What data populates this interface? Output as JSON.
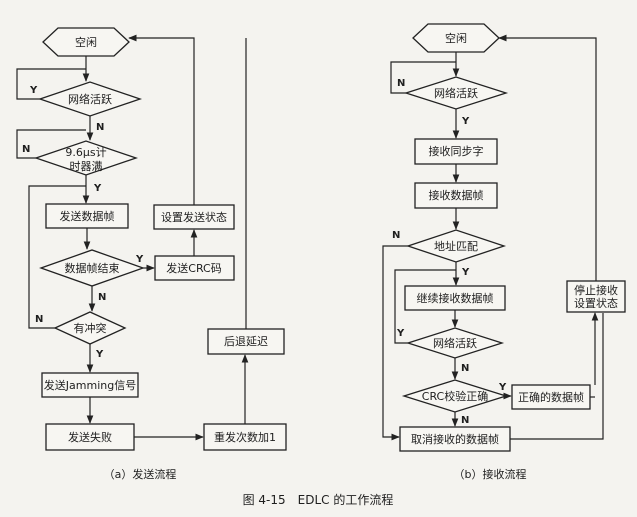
{
  "send": {
    "idle": "空闲",
    "net_active": "网络活跃",
    "timer_line1": "9.6μs计",
    "timer_line2": "时器满",
    "send_frame": "发送数据帧",
    "frame_end": "数据帧结束",
    "send_crc": "发送CRC码",
    "set_send_state": "设置发送状态",
    "collision": "有冲突",
    "send_jamming": "发送Jamming信号",
    "send_fail": "发送失败",
    "retry_add": "重发次数加1",
    "backoff": "后退延迟"
  },
  "recv": {
    "idle": "空闲",
    "net_active": "网络活跃",
    "recv_sync": "接收同步字",
    "recv_frame": "接收数据帧",
    "addr_match": "地址匹配",
    "continue_recv": "继续接收数据帧",
    "net_active2": "网络活跃",
    "crc_check": "CRC校验正确",
    "correct_frame": "正确的数据帧",
    "stop_line1": "停止接收",
    "stop_line2": "设置状态",
    "cancel_frame": "取消接收的数据帧"
  },
  "labels": {
    "yes": "Y",
    "no": "N"
  },
  "captions": {
    "left": "（a）发送流程",
    "right": "（b）接收流程",
    "figure": "图 4-15　EDLC 的工作流程"
  }
}
